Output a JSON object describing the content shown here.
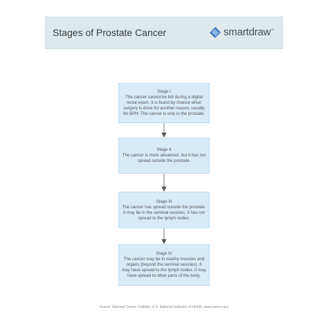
{
  "header": {
    "title": "Stages of Prostate Cancer",
    "logo_text": "smartdraw",
    "logo_mark": "™"
  },
  "stages": [
    {
      "title": "Stage I",
      "description": "The cancer cannot be felt during a digital rectal exam. It is found by chance when surgery is done for another reason, usually for BPH. The cancer is only in the prostate."
    },
    {
      "title": "Stage II",
      "description": "The cancer is more advanced, but it has not spread outside the prostate."
    },
    {
      "title": "Stage III",
      "description": "The cancer has spread outside the prostate. It may be in the seminal vesicles. It has not spread to the lymph nodes."
    },
    {
      "title": "Stage IV",
      "description": "The cancer may be in nearby muscles and organs (beyond the seminal vesicles). It may have spread to the lymph nodes. It may have spread to other parts of the body."
    }
  ],
  "footer": {
    "source": "Source: National Cancer Institute, U.S. National Institutes of Health, www.cancer.gov"
  },
  "colors": {
    "header_bg": "#dde9ec",
    "box_bg": "#d7ecf7",
    "box_border": "#bcdcee",
    "arrow": "#555555"
  }
}
